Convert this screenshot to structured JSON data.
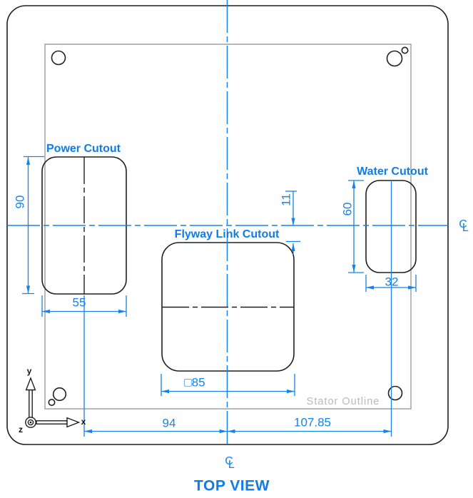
{
  "drawing": {
    "view_title": "TOP VIEW",
    "cutout_labels": {
      "power": "Power Cutout",
      "flyway": "Flyway Link Cutout",
      "water": "Water Cutout"
    },
    "stator_label": "Stator Outline",
    "dimensions": {
      "power_height": "90",
      "power_width": "55",
      "centerline_to_flyway_top": "11",
      "flyway_square_size": "□85",
      "water_height": "60",
      "water_width": "32",
      "power_center_to_centerline": "94",
      "centerline_to_water_center": "107.85"
    },
    "triad": {
      "x_label": "x",
      "y_label": "y",
      "z_label": "z"
    },
    "centerline_mark": {
      "c": "C",
      "l": "L"
    },
    "colors": {
      "annotation_blue": "#1583e8",
      "geometry_black": "#1f1f1f",
      "stator_gray": "#9b9b9b",
      "stator_text_gray": "#b9b9b9"
    }
  }
}
